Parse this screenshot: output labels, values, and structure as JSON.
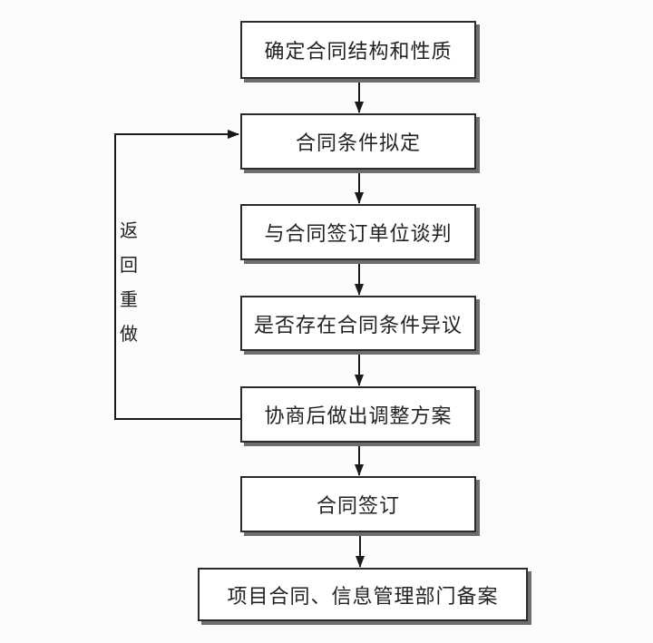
{
  "flowchart": {
    "title": "contract-signing-process-flowchart",
    "nodes": [
      {
        "id": "n1",
        "label": "确定合同结构和性质"
      },
      {
        "id": "n2",
        "label": "合同条件拟定"
      },
      {
        "id": "n3",
        "label": "与合同签订单位谈判"
      },
      {
        "id": "n4",
        "label": "是否存在合同条件异议"
      },
      {
        "id": "n5",
        "label": "协商后做出调整方案"
      },
      {
        "id": "n6",
        "label": "合同签订"
      },
      {
        "id": "n7",
        "label": "项目合同、信息管理部门备案"
      }
    ],
    "edges": [
      {
        "from": "n1",
        "to": "n2",
        "type": "arrow-down"
      },
      {
        "from": "n2",
        "to": "n3",
        "type": "arrow-down"
      },
      {
        "from": "n3",
        "to": "n4",
        "type": "arrow-down"
      },
      {
        "from": "n4",
        "to": "n5",
        "type": "arrow-down"
      },
      {
        "from": "n5",
        "to": "n6",
        "type": "arrow-down"
      },
      {
        "from": "n6",
        "to": "n7",
        "type": "arrow-down"
      },
      {
        "from": "n5",
        "to": "n2",
        "type": "feedback-loop-left",
        "label": "返回重做"
      }
    ],
    "loop_label": "返回重做",
    "loop_label_chars": [
      "返",
      "回",
      "重",
      "做"
    ],
    "colors": {
      "background": "#fdfcfd",
      "box_fill": "#ffffff",
      "box_border": "#2b2b2b",
      "box_shadow": "#6e6e6e",
      "arrow": "#1a1a1a",
      "text": "#222222"
    }
  }
}
